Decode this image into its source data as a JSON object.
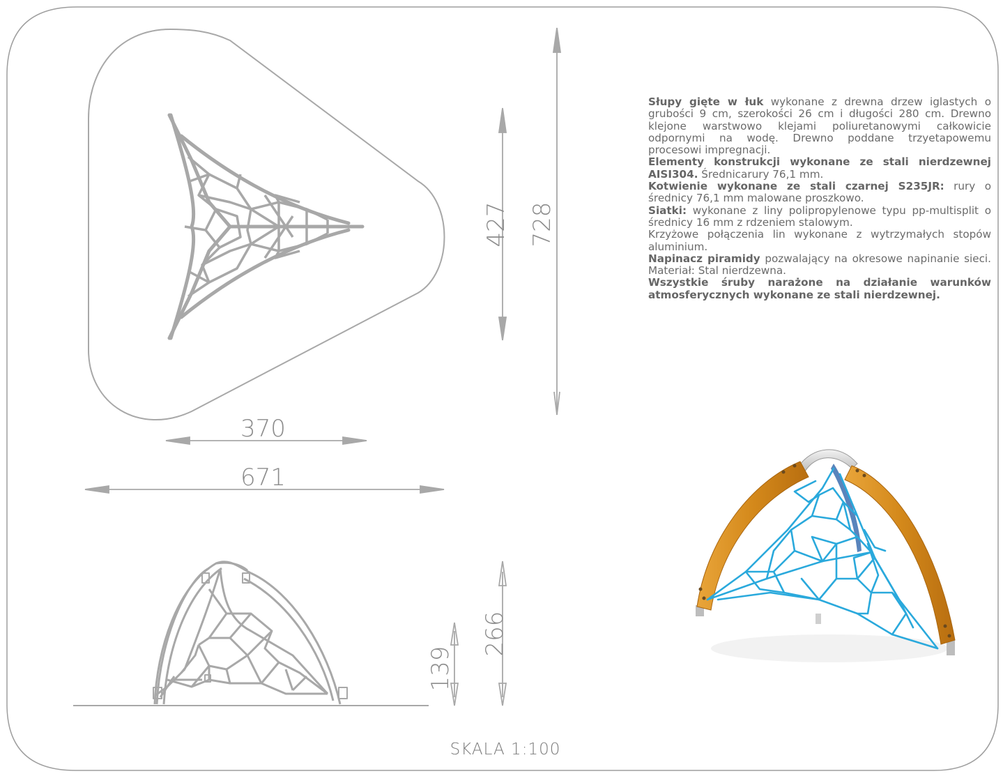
{
  "dimensions": {
    "width_top": "370",
    "width_total": "671",
    "depth_top": "427",
    "depth_total": "728",
    "height_low": "139",
    "height_total": "266"
  },
  "spec": [
    {
      "bold": "Słupy gięte w łuk",
      "text": " wykonane z drewna drzew iglastych o grubości 9 cm, szerokości 26 cm i długości 280 cm. Drewno klejone warstwowo klejami poliuretanowymi całkowicie odpornymi na wodę. Drewno poddane trzyetapowemu procesowi impregnacji."
    },
    {
      "bold": "Elementy konstrukcji wykonane ze stali nierdzewnej AISI304.",
      "text": " Średnicarury 76,1 mm."
    },
    {
      "bold": "Kotwienie wykonane ze stali czarnej S235JR:",
      "text": " rury o średnicy 76,1 mm malowane proszkowo."
    },
    {
      "bold": "Siatki:",
      "text": " wykonane z liny polipropylenowe typu pp-multisplit o średnicy 16 mm z rdzeniem stalowym."
    },
    {
      "bold": "",
      "text": "Krzyżowe połączenia lin wykonane z wytrzymałych stopów aluminium."
    },
    {
      "bold": "Napinacz piramidy",
      "text": " pozwalający na okresowe napinanie sieci. Materiał: Stal nierdzewna."
    },
    {
      "bold": "Wszystkie śruby narażone na działanie warunków atmosferycznych wykonane ze stali nierdzewnej.",
      "text": ""
    }
  ],
  "scale": "SKALA 1:100",
  "colors": {
    "drawing": "#a8a8a8",
    "rope": "#2aa9dc",
    "wood": "#d98e1e",
    "steel": "#d4d4d4"
  }
}
